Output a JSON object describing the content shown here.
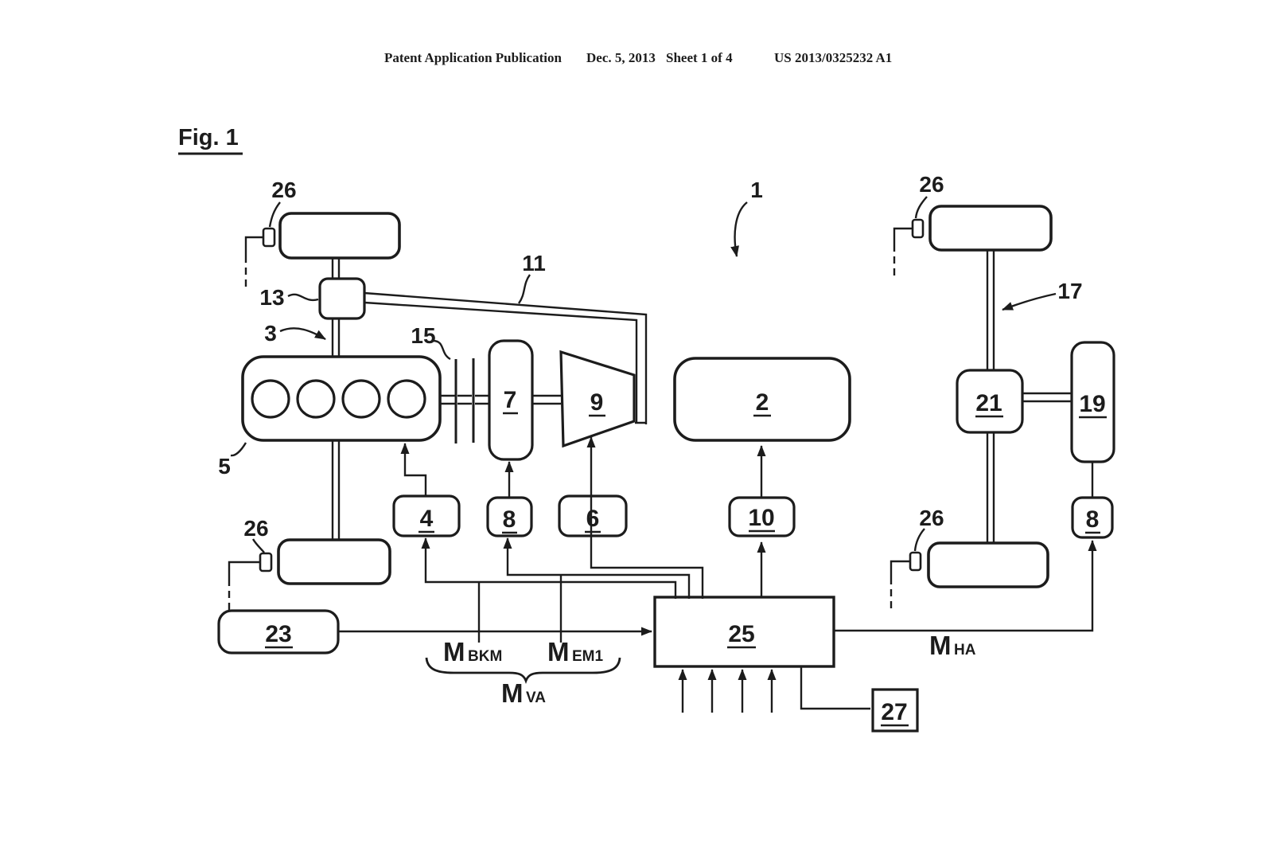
{
  "header": {
    "publication": "Patent Application Publication",
    "date": "Dec. 5, 2013",
    "sheet": "Sheet 1 of 4",
    "patent_number": "US 2013/0325232 A1"
  },
  "figure": {
    "title": "Fig. 1",
    "refs": {
      "vehicle": "1",
      "battery": "2",
      "drive_shaft": "3",
      "unit_4": "4",
      "engine": "5",
      "unit_6": "6",
      "electric_machine_front": "7",
      "unit_8": "8",
      "transmission": "9",
      "unit_10": "10",
      "front_axle_drive": "11",
      "front_differential": "13",
      "clutch": "15",
      "rear_axle_shaft": "17",
      "electric_machine_rear": "19",
      "rear_differential": "21",
      "unit_23": "23",
      "control_unit": "25",
      "wheel_sensor": "26",
      "unit_27": "27"
    },
    "torque_labels": {
      "m_bkm": {
        "base": "M",
        "sub": "BKM"
      },
      "m_em1": {
        "base": "M",
        "sub": "EM1"
      },
      "m_va": {
        "base": "M",
        "sub": "VA"
      },
      "m_ha": {
        "base": "M",
        "sub": "HA"
      }
    },
    "colors": {
      "ink": "#1c1c1c",
      "background": "#ffffff"
    }
  }
}
